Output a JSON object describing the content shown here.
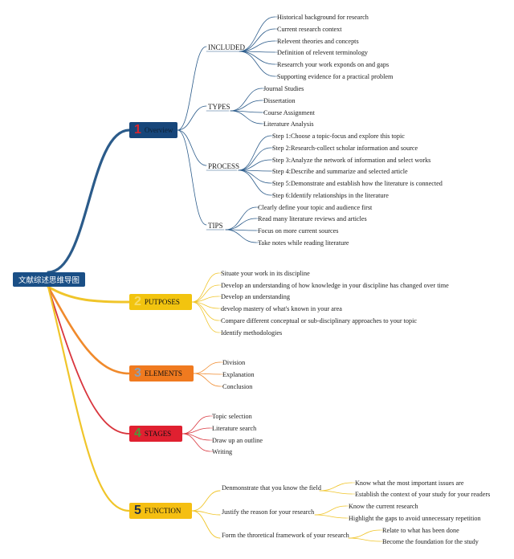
{
  "root": "文献综述思维导图",
  "colors": {
    "overview": "#17467a",
    "purposes": "#f2c40f",
    "elements": "#f07a1f",
    "stages": "#e02030",
    "function": "#f5bf12",
    "overview_line": "#2b5b8a",
    "purposes_line": "#f0c52a",
    "elements_line": "#f08a2c",
    "stages_line": "#d9363e",
    "function_line": "#f0c52a"
  },
  "branches": {
    "overview": {
      "number": "1",
      "title": "Overview",
      "groups": {
        "included": {
          "label": "INCLUDED",
          "items": [
            "Historical background for research",
            "Current research context",
            "Relevent theories and concepts",
            "Definition of relevent terminology",
            "Researrch your work exponds on and gaps",
            "Supporting evidence for a practical problem"
          ]
        },
        "types": {
          "label": "TYPES",
          "items": [
            "Journal Studies",
            "Dissertation",
            "Course Assignment",
            "Literature Analysis"
          ]
        },
        "process": {
          "label": "PROCESS",
          "items": [
            "Step 1:Choose a topic-focus and explore this topic",
            "Step 2:Research-collect scholar information and source",
            "Step 3:Analyze the network of information and select works",
            "Step 4:Describe and summarize and selected article",
            "Step 5:Demonstrate and establish how the literature is connected",
            "Step 6:Identify relationships in the literature"
          ]
        },
        "tips": {
          "label": "TIPS",
          "items": [
            "Clearly define your topic and audience first",
            "Read many literature reviews and articles",
            "Focus on more current sources",
            "Take notes while reading literature"
          ]
        }
      }
    },
    "purposes": {
      "number": "2",
      "title": "PUTPOSES",
      "items": [
        "Situate your work in its discipline",
        "Develop an understanding of how knowledge in your discipline has changed over time",
        "Develop an understanding",
        "develop mastery of what's known in your area",
        "Compare different conceptual or sub-disciplinary approaches to your topic",
        "Identify methodologies"
      ]
    },
    "elements": {
      "number": "3",
      "title": "ELEMENTS",
      "items": [
        "Division",
        "Explanation",
        "Conclusion"
      ]
    },
    "stages": {
      "number": "4",
      "title": "STAGES",
      "items": [
        "Topic selection",
        "Literature search",
        "Draw up an outline",
        "Writing"
      ]
    },
    "function": {
      "number": "5",
      "title": "FUNCTION",
      "groups": {
        "demonstrate": {
          "label": "Denmonstrate that you know the field",
          "items": [
            "Know what the most important issues are",
            "Establish the context of your study for your readers"
          ]
        },
        "justify": {
          "label": "Justify the reason for your research",
          "items": [
            "Know the current research",
            "Highlight the gaps to avoid unnecessary repetition"
          ]
        },
        "framework": {
          "label": "Form the throretical framework of your research",
          "items": [
            "Relate to what has been done",
            "Become the foundation for the study"
          ]
        }
      }
    }
  }
}
